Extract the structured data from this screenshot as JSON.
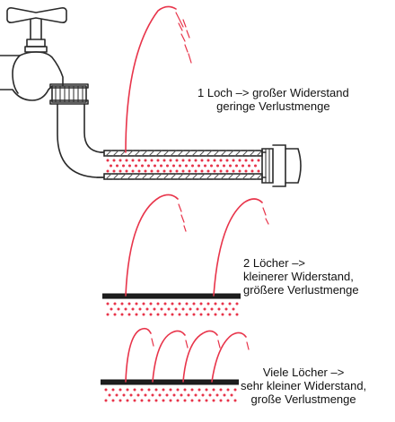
{
  "colors": {
    "ink": "#2a2a2a",
    "water": "#e8344a",
    "hatch": "#555555"
  },
  "captions": {
    "one_hole": {
      "line1": "1 Loch –> großer Widerstand",
      "line2": "geringe Verlustmenge"
    },
    "two_holes": {
      "line1": "2 Löcher –>",
      "line2": "kleinerer Widerstand,",
      "line3": "größere Verlustmenge"
    },
    "many_holes": {
      "line1": "Viele Löcher –>",
      "line2": "sehr kleiner Widerstand,",
      "line3": "große Verlustmenge"
    }
  },
  "icons": [
    "faucet-icon",
    "hose-icon",
    "water-jet-icon",
    "water-dots-icon"
  ]
}
